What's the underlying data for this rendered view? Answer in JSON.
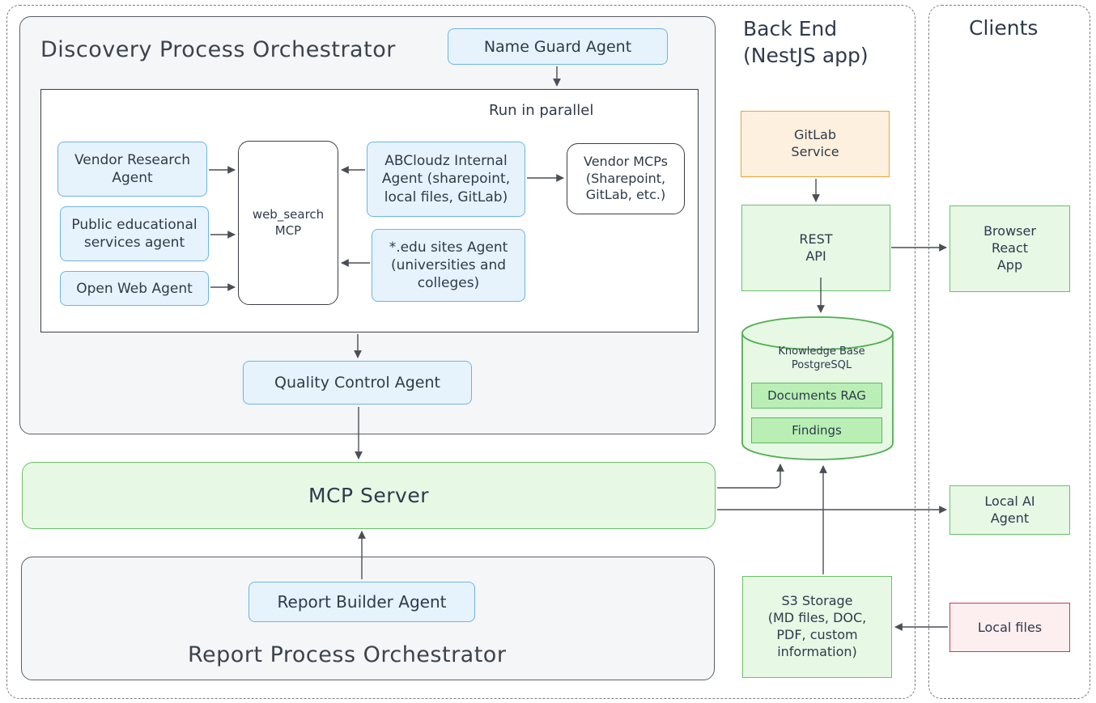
{
  "zones": {
    "backend_title": "Back End\n(NestJS app)",
    "clients_title": "Clients"
  },
  "discovery": {
    "title": "Discovery Process Orchestrator",
    "name_guard": "Name Guard Agent",
    "parallel_label": "Run in parallel",
    "vendor_research": "Vendor Research\nAgent",
    "public_edu": "Public educational\nservices agent",
    "open_web": "Open Web Agent",
    "web_search_mcp": "web_search\nMCP",
    "abcloudz": "ABCloudz Internal\nAgent (sharepoint,\nlocal files, GitLab)",
    "vendor_mcps": "Vendor MCPs\n(Sharepoint,\nGitLab, etc.)",
    "edu_sites": "*.edu sites Agent\n(universities and\ncolleges)",
    "quality_control": "Quality Control Agent"
  },
  "mcp_server": "MCP Server",
  "report": {
    "builder": "Report Builder Agent",
    "title": "Report Process Orchestrator"
  },
  "backend": {
    "gitlab_service": "GitLab\nService",
    "rest_api": "REST\nAPI",
    "kb_title": "Knowledge Base\nPostgreSQL",
    "documents_rag": "Documents RAG",
    "findings": "Findings",
    "s3": "S3 Storage\n(MD files, DOC,\nPDF, custom\ninformation)"
  },
  "clients": {
    "browser": "Browser\nReact\nApp",
    "local_ai": "Local AI\nAgent",
    "local_files": "Local files"
  },
  "colors": {
    "agent_fill": "#e7f3fc",
    "agent_stroke": "#6cb4e8",
    "green_fill": "#e7f8e5",
    "green_stroke": "#6bc06a",
    "orange_fill": "#fdf0de",
    "orange_stroke": "#f0a135",
    "red_fill": "#fdeef0",
    "red_stroke": "#c93a56"
  }
}
